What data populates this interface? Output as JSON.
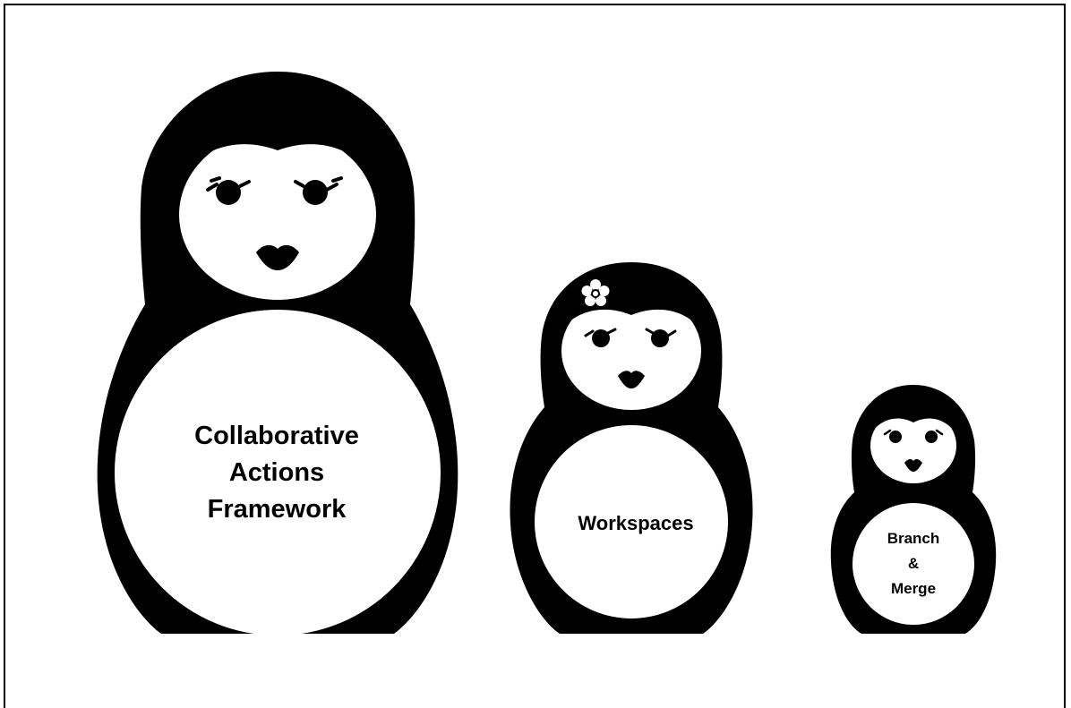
{
  "dolls": [
    {
      "id": "large",
      "label_lines": [
        "Collaborative",
        "Actions",
        "Framework"
      ]
    },
    {
      "id": "medium",
      "label_lines": [
        "Workspaces"
      ],
      "accessory": "flower-icon"
    },
    {
      "id": "small",
      "label_lines": [
        "Branch",
        "&",
        "Merge"
      ]
    }
  ],
  "colors": {
    "ink": "#000000",
    "paper": "#ffffff"
  }
}
